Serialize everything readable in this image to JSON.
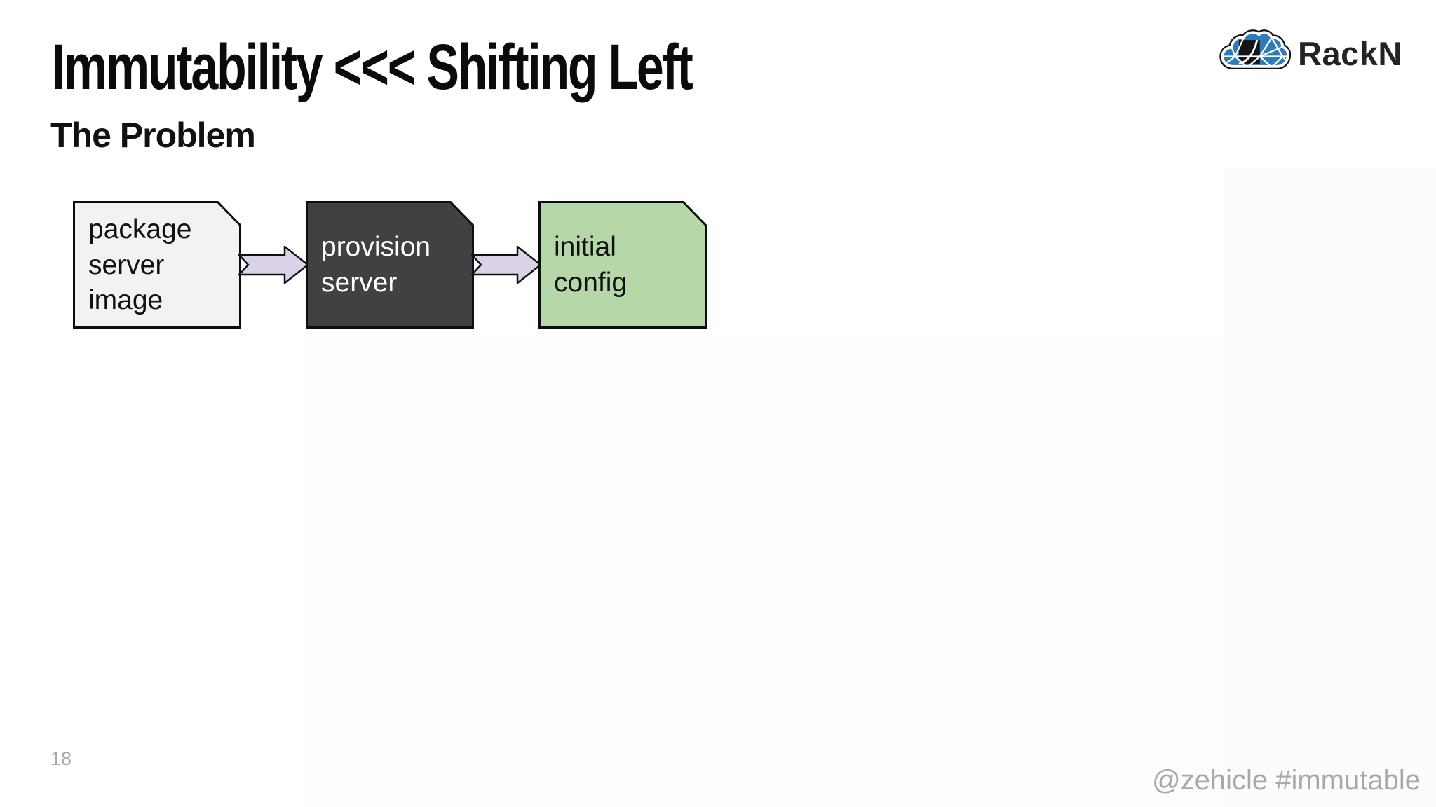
{
  "slide": {
    "title": "Immutability <<< Shifting Left",
    "subtitle": "The Problem"
  },
  "logo": {
    "name": "RackN",
    "icon": "rackn-cloud-mesh-icon",
    "cloud_blue": "#2d7cb8",
    "cloud_outline": "#151515",
    "text_color": "#232323"
  },
  "diagram": {
    "type": "flow",
    "boxes": [
      {
        "label": "package\nserver\nimage",
        "fill": "#f2f2f2",
        "text_color": "#111111"
      },
      {
        "label": "provision\nserver",
        "fill": "#414144",
        "text_color": "#ffffff"
      },
      {
        "label": "initial\nconfig",
        "fill": "#b6d7a8",
        "text_color": "#111111"
      }
    ],
    "flow_order": [
      "package server image",
      "provision server",
      "initial config"
    ],
    "border_color": "#0d0d0d",
    "arrow_fill": "#d9d2e9",
    "arrow_border": "#111111"
  },
  "footer": {
    "page_number": "18",
    "handle": "@zehicle #immutable"
  }
}
